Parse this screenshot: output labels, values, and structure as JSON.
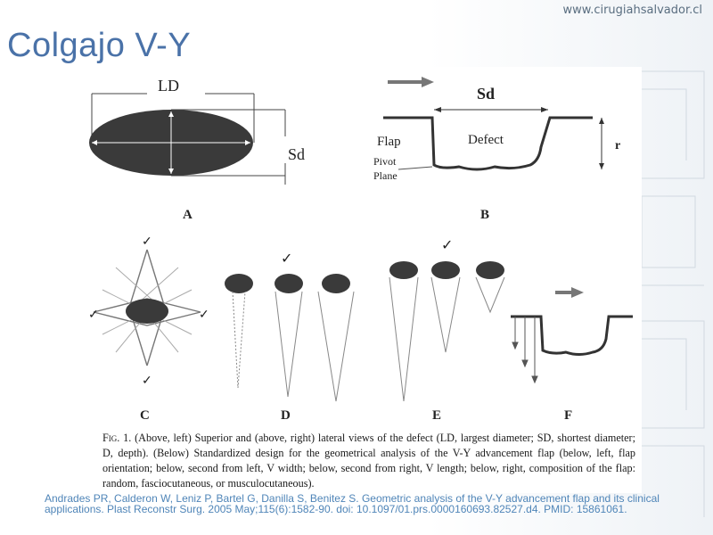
{
  "header": {
    "site_url": "www.cirugiahsalvador.cl",
    "title": "Colgajo V-Y"
  },
  "figure": {
    "panel_a": {
      "label": "A",
      "ld": "LD",
      "sd": "Sd"
    },
    "panel_b": {
      "label": "B",
      "sd": "Sd",
      "defect": "Defect",
      "flap": "Flap",
      "pivot_line1": "Pivot",
      "pivot_line2": "Plane",
      "r": "r"
    },
    "panel_c": {
      "label": "C"
    },
    "panel_d": {
      "label": "D"
    },
    "panel_e": {
      "label": "E"
    },
    "panel_f": {
      "label": "F"
    },
    "caption": {
      "fig_num": "Fig. 1.",
      "text": " (Above, left) Superior and (above, right) lateral views of the defect (LD, largest diameter; SD, shortest diameter; D, depth). (Below) Standardized design for the geometrical analysis of the V-Y advancement flap (below, left, flap orientation; below, second from left, V width; below, second from right, V length; below, right, composition of the flap: random, fasciocutaneous, or musculocutaneous)."
    }
  },
  "citation": "Andrades PR, Calderon W, Leniz P, Bartel G, Danilla S, Benitez S. Geometric analysis of the V-Y advancement flap and its clinical applications. Plast Reconstr Surg. 2005 May;115(6):1582-90. doi: 10.1097/01.prs.0000160693.82527.d4. PMID: 15861061.",
  "colors": {
    "title": "#4a72a8",
    "citation": "#4f85b8",
    "figure_dark": "#3a3a3a"
  }
}
